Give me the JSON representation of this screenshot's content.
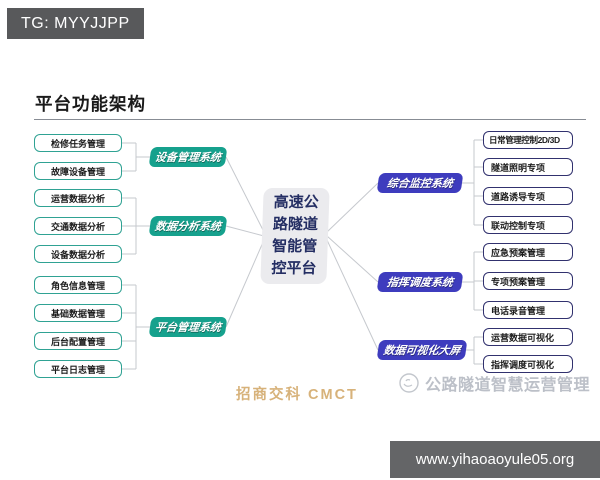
{
  "badge": {
    "text": "TG: MYYJJPP"
  },
  "title": "平台功能架构",
  "center": {
    "label": "高速公\n路隧道\n智能管\n控平台"
  },
  "left_branches": [
    {
      "system": "设备管理系统",
      "items": [
        "检修任务管理",
        "故障设备管理"
      ]
    },
    {
      "system": "数据分析系统",
      "items": [
        "运营数据分析",
        "交通数据分析",
        "设备数据分析"
      ]
    },
    {
      "system": "平台管理系统",
      "items": [
        "角色信息管理",
        "基础数据管理",
        "后台配置管理",
        "平台日志管理"
      ]
    }
  ],
  "right_branches": [
    {
      "system": "综合监控系统",
      "items": [
        "日常管理控制2D/3D",
        "隧道照明专项",
        "道路诱导专项",
        "联动控制专项"
      ]
    },
    {
      "system": "指挥调度系统",
      "items": [
        "应急预案管理",
        "专项预案管理",
        "电话录音管理"
      ]
    },
    {
      "system": "数据可视化大屏",
      "items": [
        "运营数据可视化",
        "指挥调度可视化"
      ]
    }
  ],
  "footer": {
    "brand": "招商交科 CMCT",
    "watermark": "公路隧道智慧运营管理",
    "url": "www.yihaoaoyule05.org"
  },
  "colors": {
    "teal": "#16a18d",
    "indigo": "#3e3cbe",
    "teal_border": "#2fa293",
    "navy_border": "#31316e",
    "center_bg": "#ebebee",
    "center_text": "#242e63",
    "connector": "#c6c9ce",
    "badge_bg": "#58595b",
    "brand_gold": "#d7b27a",
    "watermark_gray": "#bcc0c8",
    "urlbar_bg": "#646567"
  }
}
